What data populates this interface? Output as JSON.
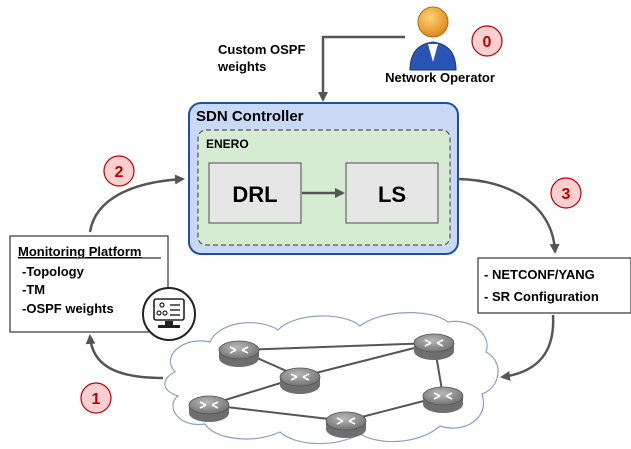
{
  "operator": {
    "label": "Network Operator",
    "step": "0"
  },
  "weights_note": {
    "line1": "Custom OSPF",
    "line2": "weights"
  },
  "controller": {
    "title": "SDN Controller",
    "enero": "ENERO",
    "drl": "DRL",
    "ls": "LS"
  },
  "monitoring": {
    "title": "Monitoring Platform",
    "items": [
      "-Topology",
      "-TM",
      "-OSPF weights"
    ]
  },
  "config": {
    "items": [
      "- NETCONF/YANG",
      "- SR Configuration"
    ]
  },
  "steps": [
    "1",
    "2",
    "3"
  ],
  "colors": {
    "controller_fill": "#c9d9f5",
    "controller_stroke": "#1f4ea8",
    "enero_fill": "#d6ecd2",
    "step_fill": "#f8d0d0",
    "step_stroke": "#c00000",
    "router": "#8c8c8c"
  }
}
